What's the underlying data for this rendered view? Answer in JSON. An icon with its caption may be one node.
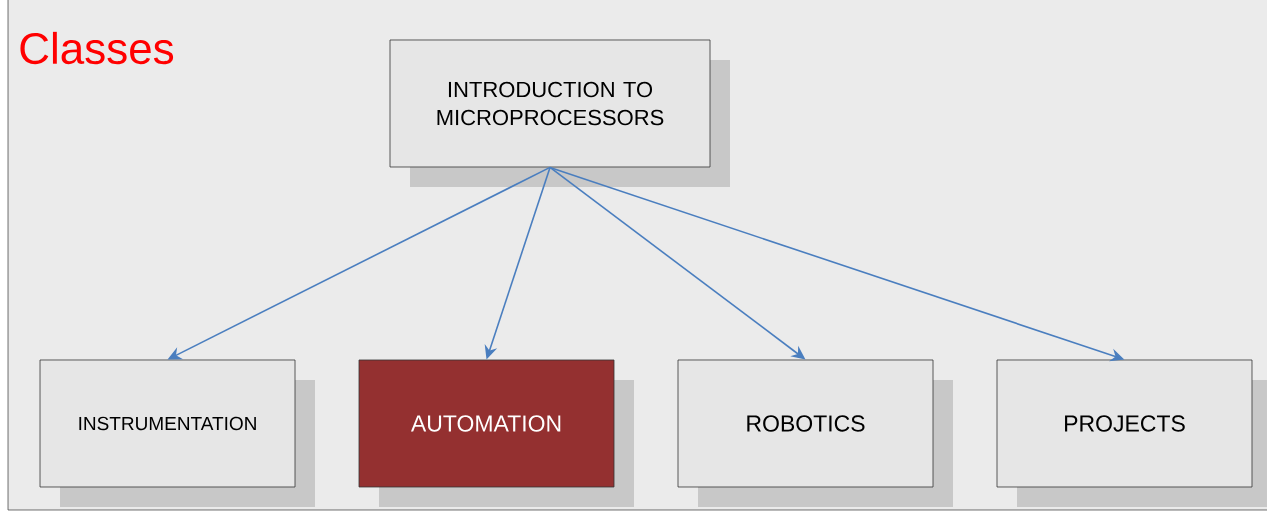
{
  "diagram": {
    "title": "Classes",
    "nodes": [
      {
        "text": [
          "INTRODUCTION TO MICROPROCESSORS"
        ]
      },
      {
        "text": [
          "INSTRUMENTATION"
        ]
      },
      {
        "text": [
          "AUTOMATION"
        ]
      },
      {
        "text": [
          "ROBOTICS"
        ]
      },
      {
        "text": [
          "PROJECTS"
        ]
      }
    ],
    "edges": [
      {
        "from": 0,
        "to": 1,
        "arrow": "to"
      },
      {
        "from": 0,
        "to": 2,
        "arrow": "to"
      },
      {
        "from": 0,
        "to": 3,
        "arrow": "to"
      },
      {
        "from": 0,
        "to": 4,
        "arrow": "to"
      }
    ]
  }
}
